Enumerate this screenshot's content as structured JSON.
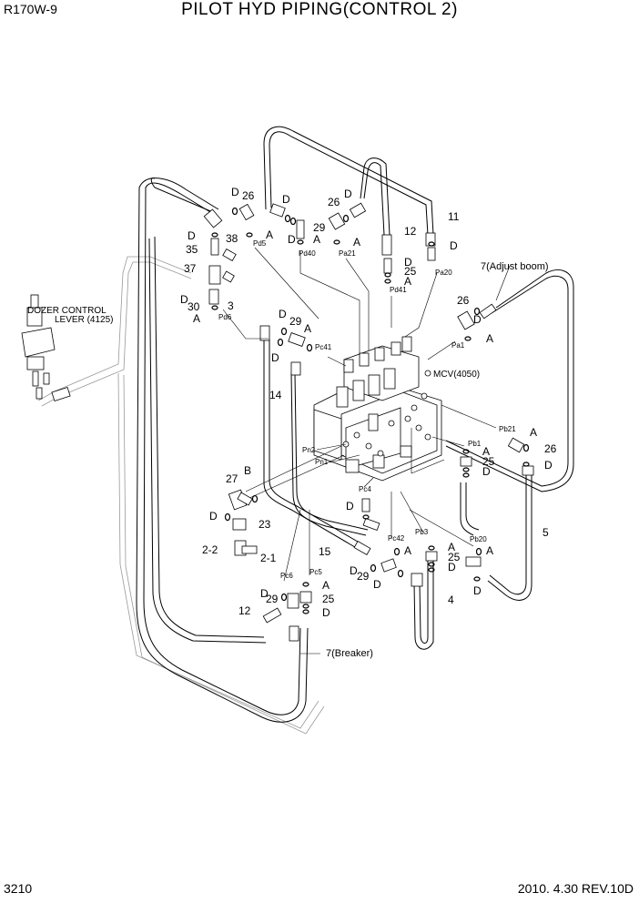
{
  "header": {
    "model": "R170W-9",
    "title": "PILOT HYD PIPING(CONTROL 2)"
  },
  "footer": {
    "page": "3210",
    "revision": "2010. 4.30  REV.10D"
  },
  "components": {
    "dozer_control": [
      "DOZER CONTROL",
      "LEVER (4125)"
    ],
    "mcv": "MCV(4050)",
    "adjust_boom": "7(Adjust boom)",
    "breaker": "7(Breaker)"
  },
  "ports": {
    "pd5": "Pd5",
    "pd6": "Pd6",
    "pd40": "Pd40",
    "pd41": "Pd41",
    "pa21": "Pa21",
    "pa20": "Pa20",
    "pa1": "Pa1",
    "pc41": "Pc41",
    "pb21": "Pb21",
    "pb1": "Pb1",
    "pn2": "Pn2",
    "pn1": "Pn1",
    "pc4": "Pc4",
    "pc42": "Pc42",
    "pb3": "Pb3",
    "pb20": "Pb20",
    "pc6": "Pc6",
    "pc5": "Pc5"
  },
  "callouts": {
    "d1": "D",
    "n26a": "26",
    "d2": "D",
    "n29a": "29",
    "d3": "D",
    "n26b": "26",
    "d4": "D",
    "n12a": "12",
    "n11": "11",
    "d5": "D",
    "d6": "D",
    "a1": "A",
    "n38": "38",
    "n35": "35",
    "a2": "A",
    "a3": "A",
    "d7": "D",
    "n25a": "25",
    "a4": "A",
    "n37": "37",
    "d8": "D",
    "n30": "30",
    "n3": "3",
    "a5": "A",
    "n26c": "26",
    "d9": "D",
    "a6": "A",
    "d10": "D",
    "n29b": "29",
    "a7": "A",
    "d11": "D",
    "n14": "14",
    "a8": "A",
    "n26d": "26",
    "a9": "A",
    "n25b": "25",
    "d12": "D",
    "d13": "D",
    "n27": "27",
    "b1": "B",
    "d14": "D",
    "n23": "23",
    "n22": "2-2",
    "n21": "2-1",
    "d15": "D",
    "n15": "15",
    "a10": "A",
    "d16": "D",
    "n29c": "29",
    "d17": "D",
    "a11": "A",
    "n25c": "25",
    "d18": "D",
    "n4": "4",
    "a12": "A",
    "d19": "D",
    "n5": "5",
    "d20": "D",
    "n29d": "29",
    "a13": "A",
    "n25d": "25",
    "n12b": "12",
    "d21": "D"
  }
}
